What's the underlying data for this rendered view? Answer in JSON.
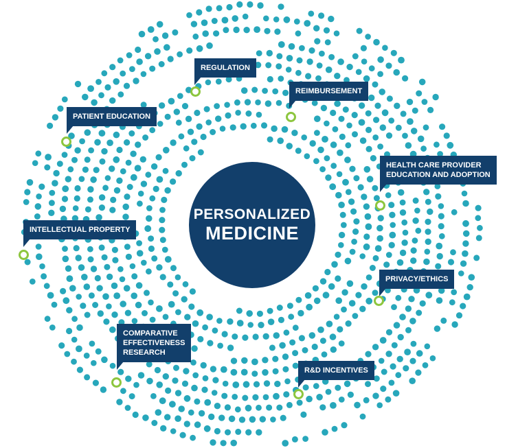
{
  "center": {
    "line1": "PERSONALIZED",
    "line2": "MEDICINE"
  },
  "labels": {
    "regulation": "REGULATION",
    "reimbursement": "REIMBURSEMENT",
    "patient_education": "PATIENT EDUCATION",
    "health_care_provider": [
      "HEALTH CARE PROVIDER",
      "EDUCATION AND ADOPTION"
    ],
    "intellectual_property": "INTELLECTUAL PROPERTY",
    "privacy_ethics": "PRIVACY/ETHICS",
    "comparative_effectiveness": [
      "COMPARATIVE",
      "EFFECTIVENESS",
      "RESEARCH"
    ],
    "rd_incentives": "R&D INCENTIVES"
  },
  "colors": {
    "dot": "#27a7bb",
    "navy": "#123f6b",
    "marker_ring": "#8dc63f"
  }
}
